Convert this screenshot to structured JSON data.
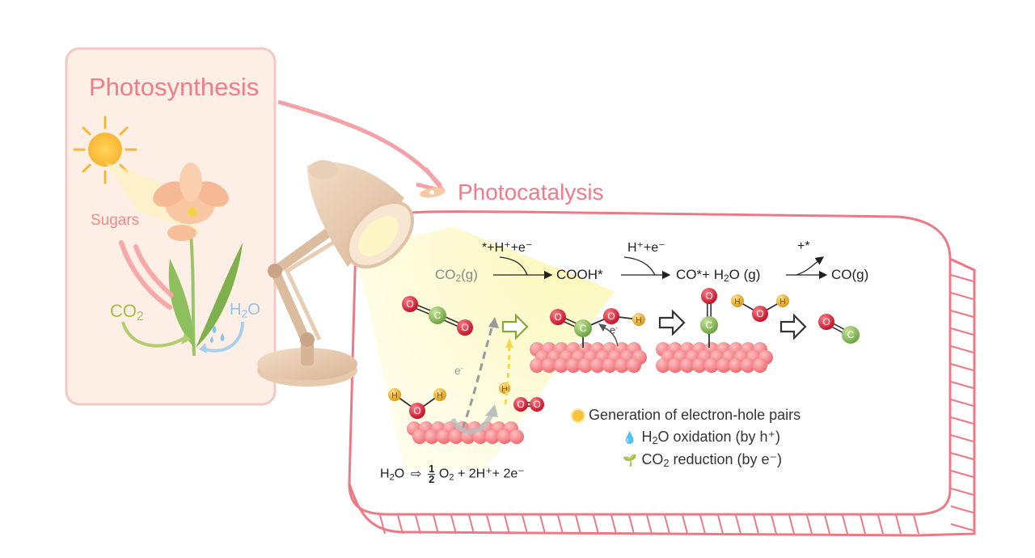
{
  "photosynthesis": {
    "title": "Photosynthesis",
    "sugars": "Sugars",
    "co2": "CO",
    "co2_sub": "2",
    "h2o_h": "H",
    "h2o_sub": "2",
    "h2o_o": "O"
  },
  "photocatalysis": {
    "title": "Photocatalysis"
  },
  "mechanism": {
    "step1_top": "*+H⁺+e⁻",
    "step2_top": "H⁺+e⁻",
    "step3_top": "+*",
    "co2g_a": "CO",
    "co2g_sub": "2",
    "co2g_b": "(g)",
    "cooh": "COOH*",
    "co_star": "CO*+ H",
    "h2o_sub": "2",
    "h2o_g": "O (g)",
    "cog": "CO(g)"
  },
  "electron_labels": {
    "e_left": "e",
    "e_middle": "e",
    "minus": "-"
  },
  "water_eq": {
    "h2o_h": "H",
    "h2o_sub": "2",
    "h2o_o": "O",
    "num": "1",
    "den": "2",
    "o2_o": "O",
    "o2_sub": "2",
    "rest": " + 2H⁺+ 2e⁻"
  },
  "legend": {
    "items": [
      {
        "label": "Generation of electron-hole pairs",
        "icon": "sun-icon"
      },
      {
        "label_a": "H",
        "label_sub": "2",
        "label_b": "O oxidation (by h⁺)",
        "icon": "water-drop-icon"
      },
      {
        "label_a": "CO",
        "label_sub": "2",
        "label_b": " reduction (by e⁻)",
        "icon": "sprout-icon"
      }
    ]
  },
  "atoms": {
    "O": "O",
    "C": "C",
    "H": "H"
  },
  "colors": {
    "pink_accent": "#ee7c8a",
    "panel_bg": "#fdeee6",
    "carbon": "#8fbf5f",
    "oxygen": "#d8283c",
    "hydrogen": "#e6b43c",
    "surface": "#f4828a",
    "light_beam": "#fbf7b8"
  }
}
